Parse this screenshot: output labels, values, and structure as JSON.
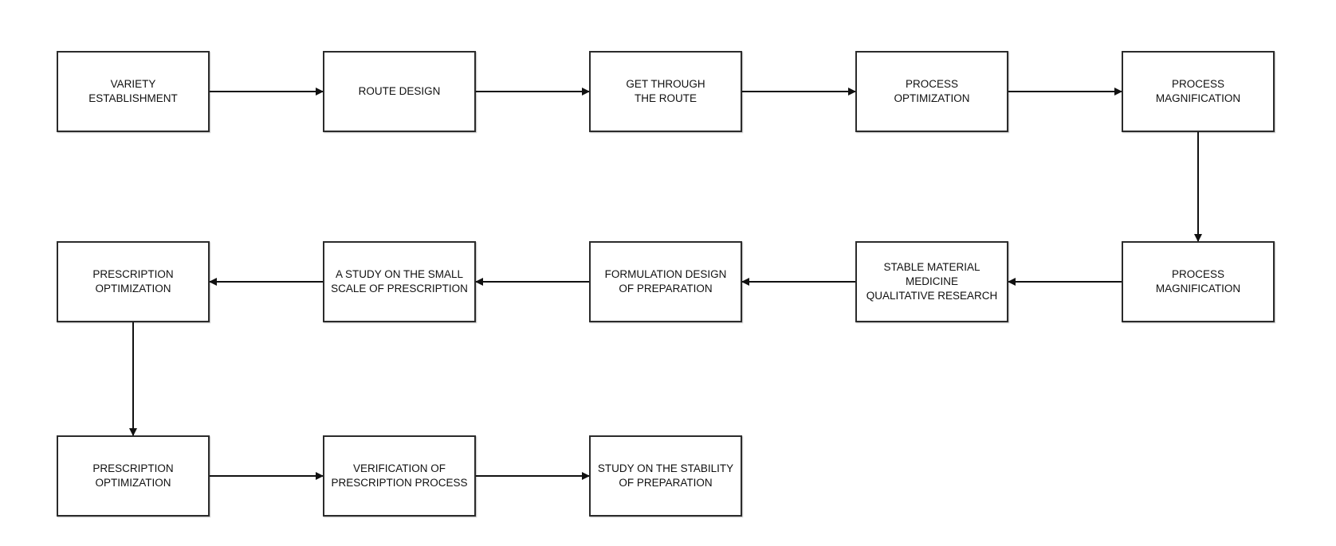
{
  "colors": {
    "background": "#ffffff",
    "stroke": "#2b2b2b",
    "text": "#111111"
  },
  "nodes": [
    {
      "label": "VARIETY\nESTABLISHMENT"
    },
    {
      "label": "ROUTE DESIGN"
    },
    {
      "label": "GET THROUGH\nTHE ROUTE"
    },
    {
      "label": "PROCESS\nOPTIMIZATION"
    },
    {
      "label": "PROCESS\nMAGNIFICATION"
    },
    {
      "label": "PROCESS\nMAGNIFICATION"
    },
    {
      "label": "STABLE MATERIAL MEDICINE\nQUALITATIVE RESEARCH"
    },
    {
      "label": "FORMULATION DESIGN\nOF PREPARATION"
    },
    {
      "label": "A STUDY ON THE SMALL\nSCALE OF PRESCRIPTION"
    },
    {
      "label": "PRESCRIPTION\nOPTIMIZATION"
    },
    {
      "label": "PRESCRIPTION\nOPTIMIZATION"
    },
    {
      "label": "VERIFICATION OF\nPRESCRIPTION PROCESS"
    },
    {
      "label": "STUDY ON THE STABILITY\nOF PREPARATION"
    }
  ],
  "edges": [
    {
      "from": 0,
      "to": 1
    },
    {
      "from": 1,
      "to": 2
    },
    {
      "from": 2,
      "to": 3
    },
    {
      "from": 3,
      "to": 4
    },
    {
      "from": 4,
      "to": 5
    },
    {
      "from": 5,
      "to": 6
    },
    {
      "from": 6,
      "to": 7
    },
    {
      "from": 7,
      "to": 8
    },
    {
      "from": 8,
      "to": 9
    },
    {
      "from": 9,
      "to": 10
    },
    {
      "from": 10,
      "to": 11
    },
    {
      "from": 11,
      "to": 12
    }
  ]
}
